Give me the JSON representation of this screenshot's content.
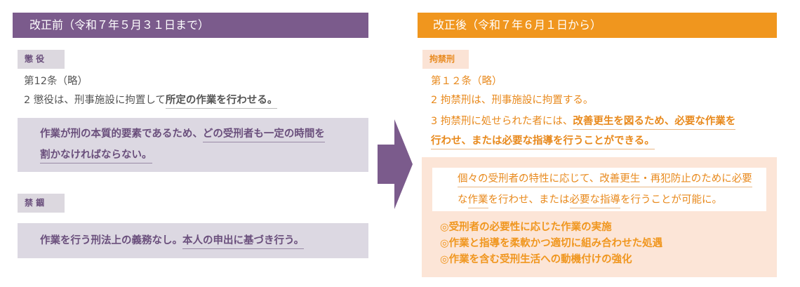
{
  "before": {
    "header": "改正前（令和７年５月３１日まで）",
    "choeki": {
      "tag": "懲 役",
      "article": "第12条（略）",
      "para2_prefix": "2 懲役は、刑事施設に拘置して",
      "para2_emph": "所定の作業を行わせる。",
      "note_line1_a": "作業が刑の本質的要素であるため、",
      "note_line1_b": "どの受刑者も一定の時間を",
      "note_line2": "割かなければならない。"
    },
    "kinko": {
      "tag": "禁 錮",
      "note_a": "作業を行う刑法上の義務なし。",
      "note_b": "本人の申出に基づき行う。"
    }
  },
  "after": {
    "header": "改正後（令和７年６月１日から）",
    "tag": "拘禁刑",
    "article": "第１２条（略）",
    "para2": "2 拘禁刑は、刑事施設に拘置する。",
    "para3_prefix": "3 拘禁刑に処せられた者には、",
    "para3_emph1": "改善更生を図るため、必要な作業を",
    "para3_emph2": "行わせ、または必要な指導を行うことができる。",
    "summary_line1": "個々の受刑者の特性に応じて、改善更生・再犯防止のために必要",
    "summary_l2_a": "な",
    "summary_l2_b": "作業",
    "summary_l2_c": "を行わせ、または",
    "summary_l2_d": "必要な指導",
    "summary_l2_e": "を行うことが可能に。",
    "bullets": [
      "◎受刑者の必要性に応じた作業の実施",
      "◎作業と指導を柔軟かつ適切に組み合わせた処遇",
      "◎作業を含む受刑生活への動機付けの強化"
    ]
  },
  "colors": {
    "purple": "#7b5b8c",
    "orange": "#f0961e"
  }
}
